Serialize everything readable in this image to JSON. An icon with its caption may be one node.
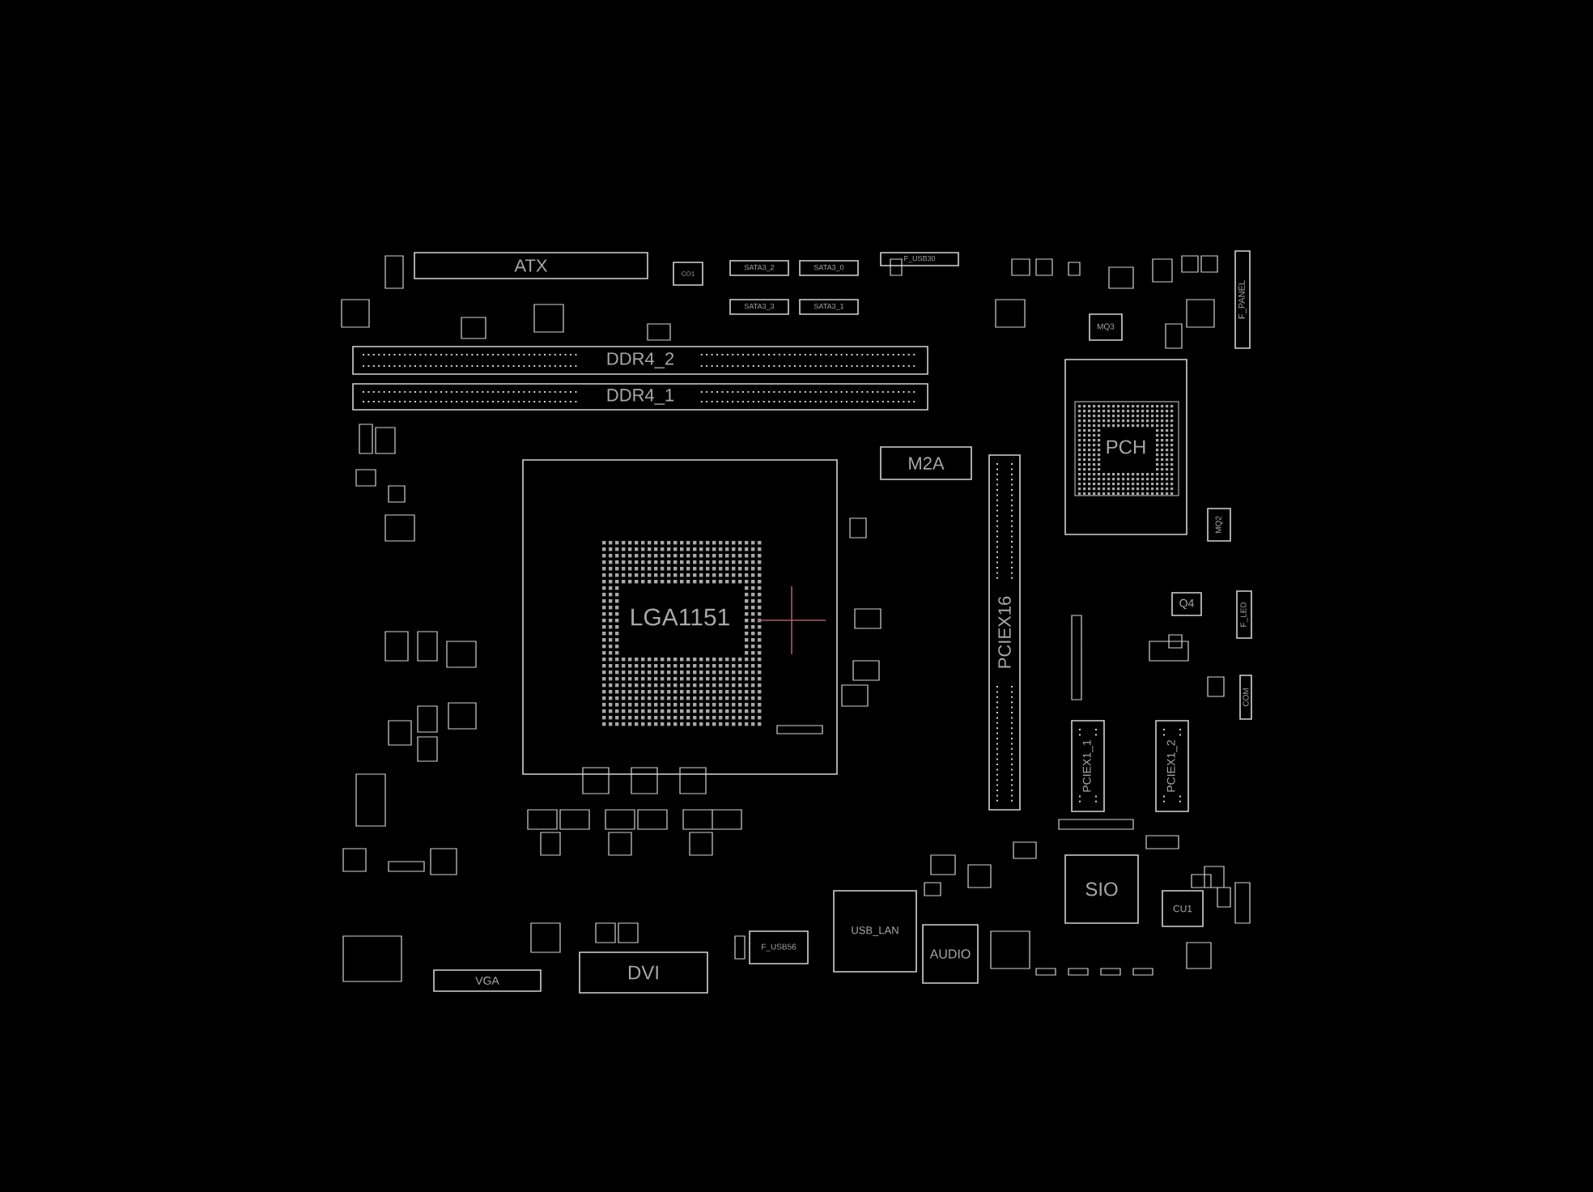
{
  "diagram": {
    "nodes": [
      {
        "text": [
          "ATX"
        ]
      },
      {
        "text": [
          "CO1"
        ]
      },
      {
        "text": [
          "SATA3_2"
        ]
      },
      {
        "text": [
          "SATA3_0"
        ]
      },
      {
        "text": [
          "SATA3_3"
        ]
      },
      {
        "text": [
          "SATA3_1"
        ]
      },
      {
        "text": [
          "F_USB30"
        ]
      },
      {
        "text": [
          "DDR4_2"
        ]
      },
      {
        "text": [
          "DDR4_1"
        ]
      },
      {
        "text": [
          "M2A"
        ]
      },
      {
        "text": [
          "LGA1151"
        ]
      },
      {
        "text": [
          "PCIEX16"
        ]
      },
      {
        "text": [
          "PCH"
        ]
      },
      {
        "text": [
          "MQ3"
        ]
      },
      {
        "text": [
          "F_PANEL"
        ]
      },
      {
        "text": [
          "MQ2"
        ]
      },
      {
        "text": [
          "Q4"
        ]
      },
      {
        "text": [
          "F_LED"
        ]
      },
      {
        "text": [
          "COM"
        ]
      },
      {
        "text": [
          "PCIEX1_1"
        ]
      },
      {
        "text": [
          "PCIEX1_2"
        ]
      },
      {
        "text": [
          "SIO"
        ]
      },
      {
        "text": [
          "CU1"
        ]
      },
      {
        "text": [
          "VGA"
        ]
      },
      {
        "text": [
          "DVI"
        ]
      },
      {
        "text": [
          "F_USB56"
        ]
      },
      {
        "text": [
          "USB_LAN"
        ]
      },
      {
        "text": [
          "AUDIO"
        ]
      }
    ]
  }
}
